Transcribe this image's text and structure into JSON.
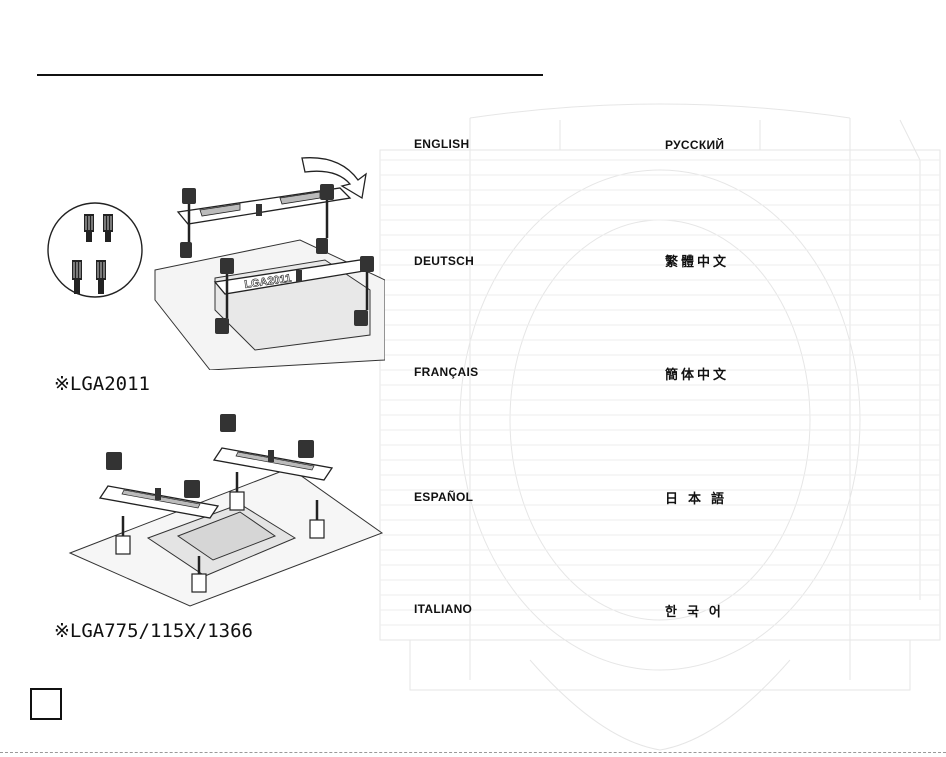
{
  "languages": {
    "english": "ENGLISH",
    "russian": "РУССКИЙ",
    "deutsch": "DEUTSCH",
    "trad_chinese": "繁體中文",
    "francais": "FRANÇAIS",
    "simp_chinese": "簡体中文",
    "espanol": "ESPAÑOL",
    "japanese": "日本語",
    "italiano": "ITALIANO",
    "korean": "한국어"
  },
  "sockets": {
    "lga2011": "※LGA2011",
    "lga775": "※LGA775/115X/1366"
  },
  "illustration_label": "LGA2011"
}
